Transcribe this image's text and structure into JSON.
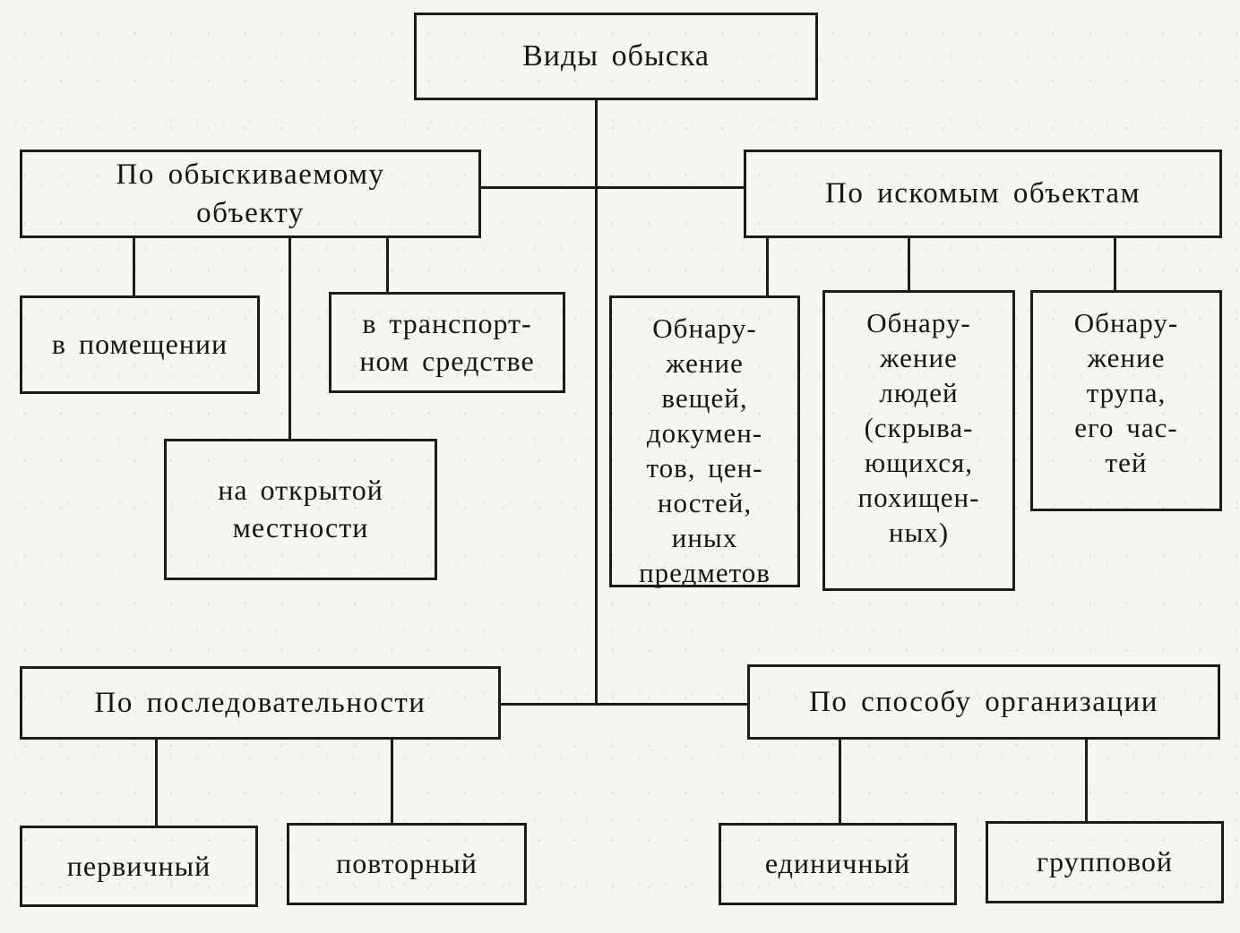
{
  "diagram": {
    "title": "Виды обыска",
    "colors": {
      "ink": "#151515",
      "paper": "#f6f5f0",
      "line": "#1b1b1b"
    },
    "groups": {
      "by_searched_object": {
        "lines": [
          "По обыскиваемому",
          "объекту"
        ],
        "children": {
          "premises": {
            "label": "в помещении"
          },
          "vehicle": {
            "lines": [
              "в транспорт-",
              "ном средстве"
            ]
          },
          "open_area": {
            "lines": [
              "на открытой",
              "местности"
            ]
          }
        }
      },
      "by_sought_objects": {
        "label": "По искомым объектам",
        "children": {
          "things": {
            "lines": [
              "Обнару-",
              "жение",
              "вещей,",
              "докумен-",
              "тов, цен-",
              "ностей,",
              "иных",
              "предметов"
            ]
          },
          "people": {
            "lines": [
              "Обнару-",
              "жение",
              "людей",
              "(скрыва-",
              "ющихся,",
              "похищен-",
              "ных)"
            ]
          },
          "corpse": {
            "lines": [
              "Обнару-",
              "жение",
              "трупа,",
              "его час-",
              "тей"
            ]
          }
        }
      },
      "by_sequence": {
        "label": "По последовательности",
        "children": {
          "primary": {
            "label": "первичный"
          },
          "repeated": {
            "label": "повторный"
          }
        }
      },
      "by_organization": {
        "label": "По способу организации",
        "children": {
          "single": {
            "label": "единичный"
          },
          "group": {
            "label": "групповой"
          }
        }
      }
    }
  }
}
